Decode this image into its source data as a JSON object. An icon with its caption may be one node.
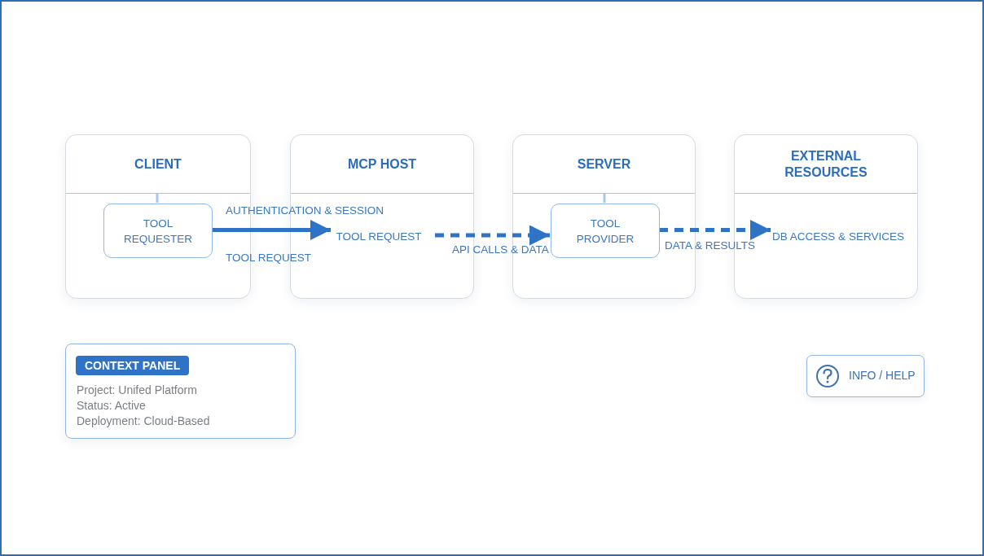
{
  "diagram": {
    "nodes": [
      {
        "text": [
          "CLIENT"
        ]
      },
      {
        "text": [
          "TOOL REQUESTER"
        ],
        "in": 0
      },
      {
        "text": [
          "MCP HOST"
        ]
      },
      {
        "text": [
          "TOOL REQUEST"
        ],
        "in": 2
      },
      {
        "text": [
          "SERVER"
        ]
      },
      {
        "text": [
          "TOOL PROVIDER"
        ],
        "in": 4
      },
      {
        "text": [
          "EXTERNAL RESOURCES"
        ]
      },
      {
        "text": [
          "DB ACCESS & SERVICES"
        ],
        "in": 6
      },
      {
        "text": [
          "CONTEXT PANEL",
          "Project: Unifed Platform",
          "Status: Active",
          "Deployment: Cloud-Based"
        ]
      },
      {
        "text": [
          "INFO / HELP"
        ]
      }
    ],
    "edges": [
      {
        "from": 1,
        "to": 3,
        "arrow": "to",
        "label": "AUTHENTICATION & SESSION"
      },
      {
        "from": 3,
        "to": 5,
        "arrow": "to",
        "label": "API CALLS & DATA",
        "style": "dashed"
      },
      {
        "from": 5,
        "to": 7,
        "arrow": "to",
        "label": "DATA & RESULTS",
        "style": "dashed"
      }
    ],
    "labels": [
      "TOOL REQUEST"
    ]
  }
}
